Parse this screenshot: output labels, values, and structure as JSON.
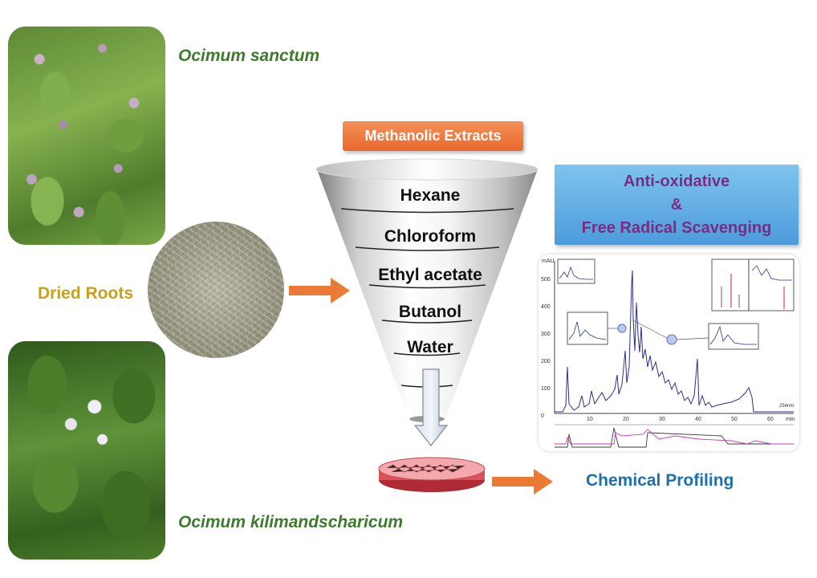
{
  "labels": {
    "species_top": "Ocimum sanctum",
    "species_bottom": "Ocimum kilimandscharicum",
    "dried_roots": "Dried Roots",
    "methanolic": "Methanolic Extracts",
    "activity_line1": "Anti-oxidative",
    "activity_line2": "&",
    "activity_line3": "Free Radical Scavenging",
    "chemical_profiling": "Chemical Profiling"
  },
  "funnel_layers": [
    "Hexane",
    "Chloroform",
    "Ethyl acetate",
    "Butanol",
    "Water"
  ],
  "chromatogram": {
    "y_ticks": [
      "500",
      "400",
      "300",
      "200",
      "100",
      "0"
    ],
    "x_ticks": [
      "10",
      "20",
      "30",
      "40",
      "50",
      "60"
    ],
    "x_unit": "min",
    "y_unit": "mAU",
    "wavelength": "254nm"
  },
  "colors": {
    "arrow": "#ea7a35",
    "species": "#3d7a2c",
    "dried": "#c8a01c",
    "profiling": "#1f6fae",
    "activity_text": "#7a2c84"
  }
}
